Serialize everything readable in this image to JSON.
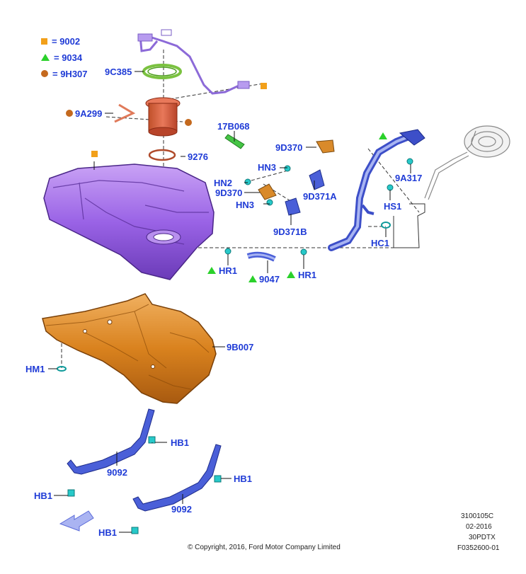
{
  "legend": [
    {
      "symbol": "square",
      "text": "= 9002"
    },
    {
      "symbol": "triangle",
      "text": "= 9034"
    },
    {
      "symbol": "circle",
      "text": "= 9H307"
    }
  ],
  "labels": {
    "c385": "9C385",
    "a299": "9A299",
    "p9276": "9276",
    "b068": "17B068",
    "d370_top": "9D370",
    "hn3_top": "HN3",
    "d371a": "9D371A",
    "hn2": "HN2",
    "d370_mid": "9D370",
    "hn3_mid": "HN3",
    "d371b": "9D371B",
    "a317": "9A317",
    "hs1": "HS1",
    "hc1": "HC1",
    "hr1_left": "HR1",
    "p9047": "9047",
    "hr1_right": "HR1",
    "b007": "9B007",
    "hm1": "HM1",
    "hb1_a": "HB1",
    "p9092_a": "9092",
    "hb1_b": "HB1",
    "hb1_c": "HB1",
    "p9092_b": "9092",
    "hb1_d": "HB1"
  },
  "footer": {
    "copyright": "© Copyright, 2016, Ford Motor Company Limited",
    "code1": "3100105C",
    "date": "02-2016",
    "code2": "30PDTX",
    "code3": "F0352600-01"
  },
  "colors": {
    "label_blue": "#1f3bd6",
    "marker_square": "#f2a01a",
    "marker_triangle": "#2bd12b",
    "marker_circle": "#c4691e",
    "tank_purple": "#9a63e6",
    "shield_orange": "#d9821e",
    "strap_blue": "#4a5fd8",
    "fastener_teal": "#27c9c9"
  }
}
